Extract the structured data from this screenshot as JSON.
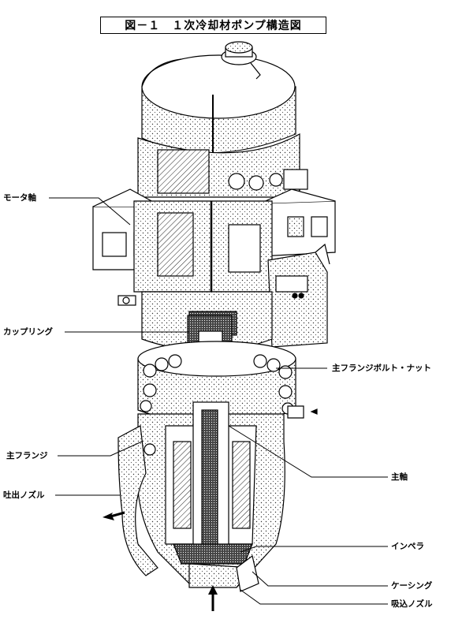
{
  "title": "図－１　１次冷却材ポンプ構造図",
  "labels": {
    "motor_shaft": "モータ軸",
    "coupling": "カップリング",
    "main_flange_bolt_nut": "主フランジボルト・ナット",
    "main_flange": "主フランジ",
    "discharge_nozzle": "吐出ノズル",
    "main_shaft": "主軸",
    "impeller": "インペラ",
    "casing": "ケーシング",
    "suction_nozzle": "吸込ノズル"
  }
}
